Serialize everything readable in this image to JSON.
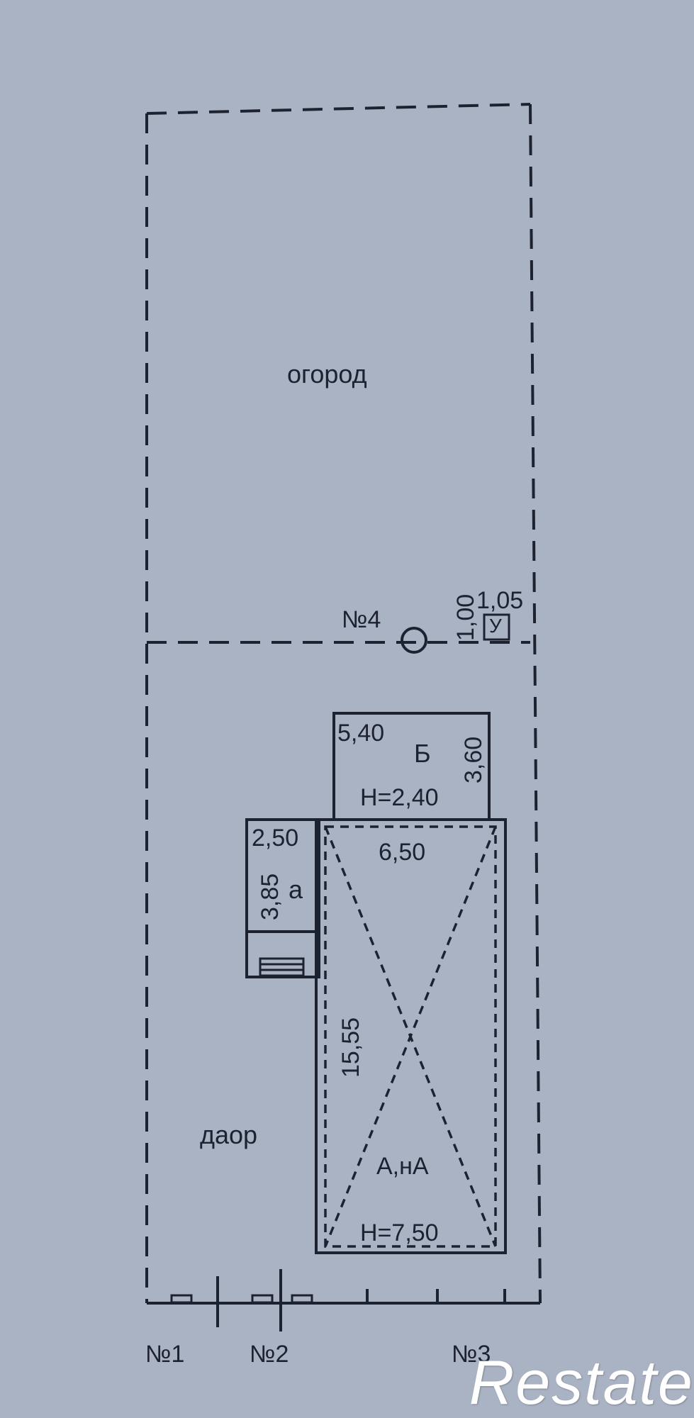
{
  "plan": {
    "garden_label": "огород",
    "yard_label": "даор",
    "point_4": "№4",
    "point_1": "№1",
    "point_2": "№2",
    "point_3": "№3",
    "dim_1_05": "1,05",
    "dim_1_00": "1,00",
    "meter_label": "У",
    "building_b": {
      "letter": "Б",
      "width": "5,40",
      "depth": "3,60",
      "height": "Н=2,40"
    },
    "building_a_small": {
      "letter": "а",
      "width": "2,50",
      "depth": "3,85"
    },
    "building_main": {
      "width": "6,50",
      "length": "15,55",
      "label": "А,нА",
      "height": "Н=7,50"
    }
  },
  "watermark": {
    "text": "Restate"
  },
  "colors": {
    "background": "#aab3c4",
    "ink": "#1d2230",
    "watermark": "#ffffff"
  }
}
